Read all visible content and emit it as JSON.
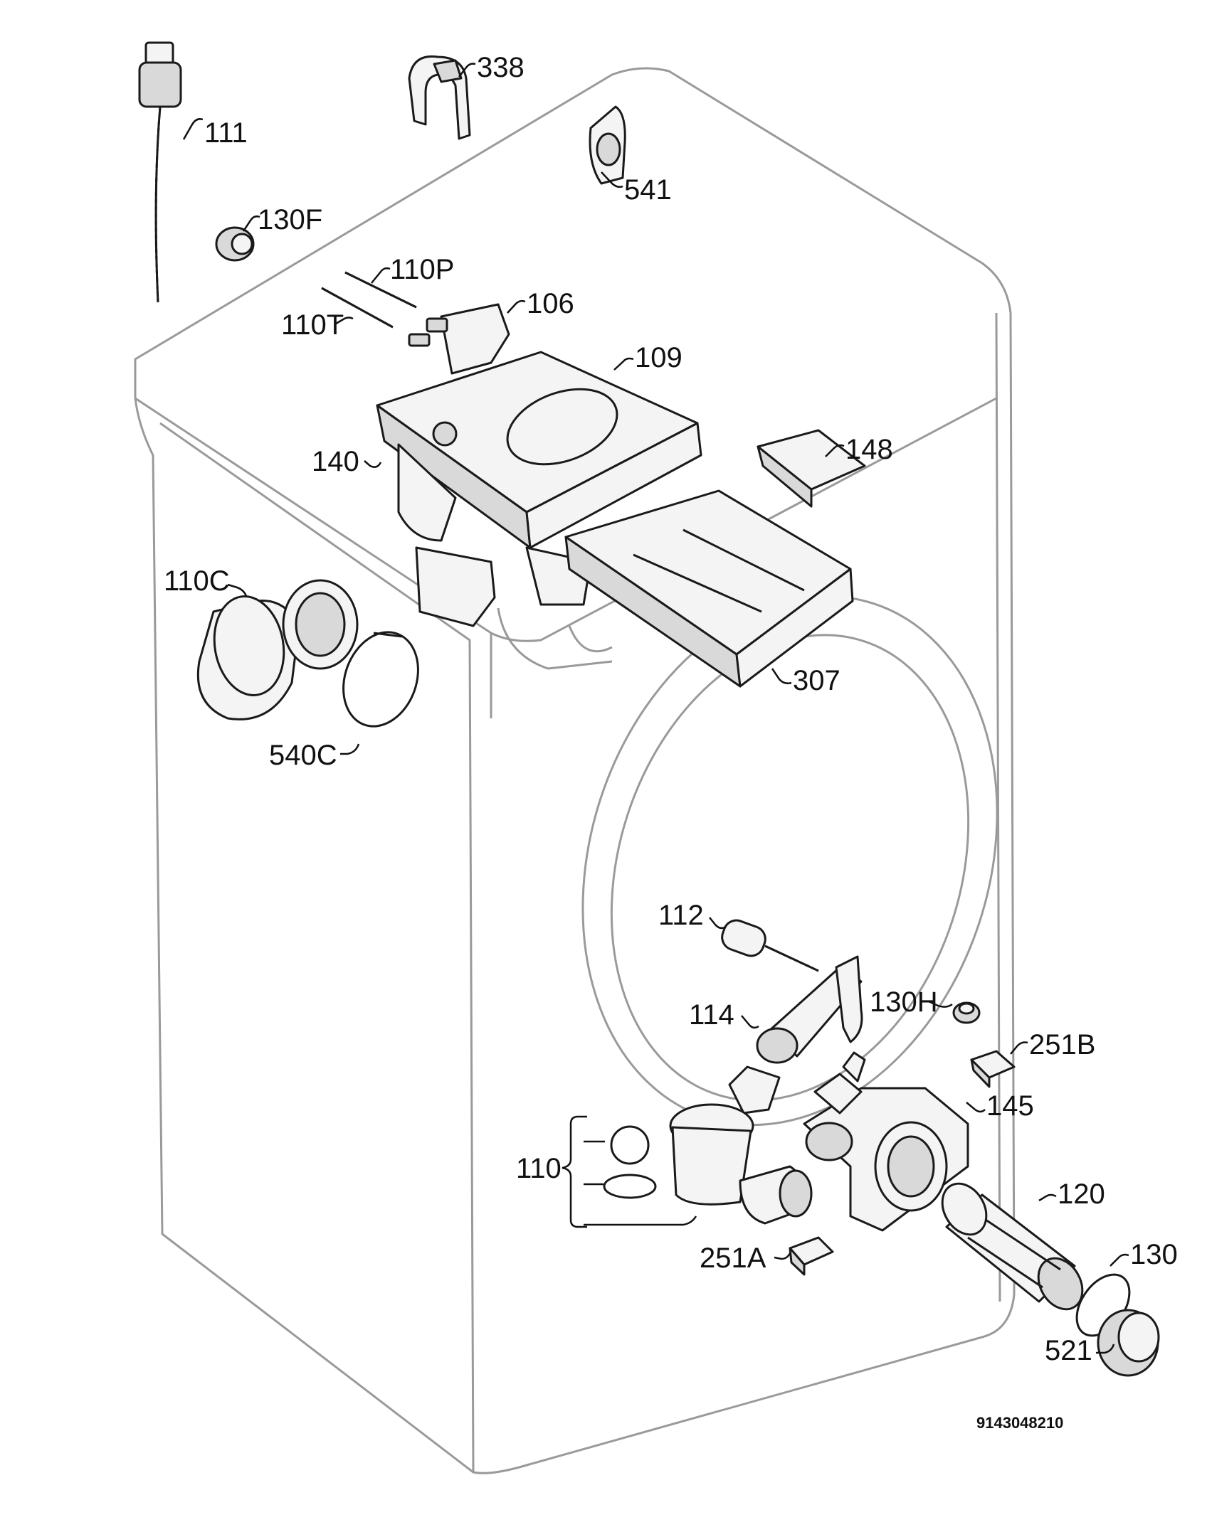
{
  "diagram": {
    "labels": {
      "p111": "111",
      "p338": "338",
      "p541": "541",
      "p130F": "130F",
      "p110P": "110P",
      "p110T": "110T",
      "p106": "106",
      "p109": "109",
      "p140": "140",
      "p148": "148",
      "p110C": "110C",
      "p540C": "540C",
      "p307": "307",
      "p112": "112",
      "p114": "114",
      "p130H": "130H",
      "p251B": "251B",
      "p145": "145",
      "p110": "110",
      "p120": "120",
      "p130": "130",
      "p251A": "251A",
      "p521": "521"
    },
    "drawing_number": "9143048210"
  }
}
